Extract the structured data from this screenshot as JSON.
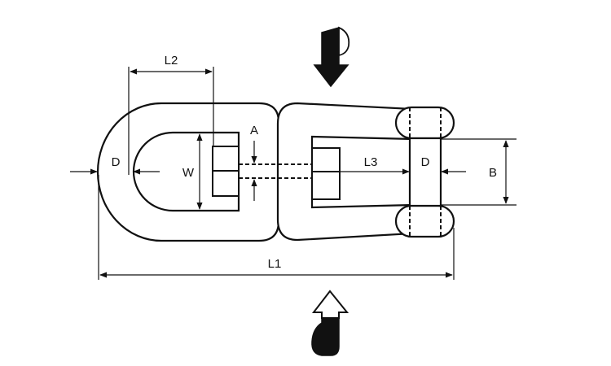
{
  "colors": {
    "ink": "#111111",
    "body_fill": "#ffffff",
    "background": "#ffffff"
  },
  "icons": {
    "top": "curved-arrow-down-icon",
    "bottom": "curved-arrow-up-icon"
  },
  "labels": {
    "L2": "L2",
    "A": "A",
    "W": "W",
    "D_eye": "D",
    "L3": "L3",
    "D_pin": "D",
    "B": "B",
    "L1": "L1"
  }
}
